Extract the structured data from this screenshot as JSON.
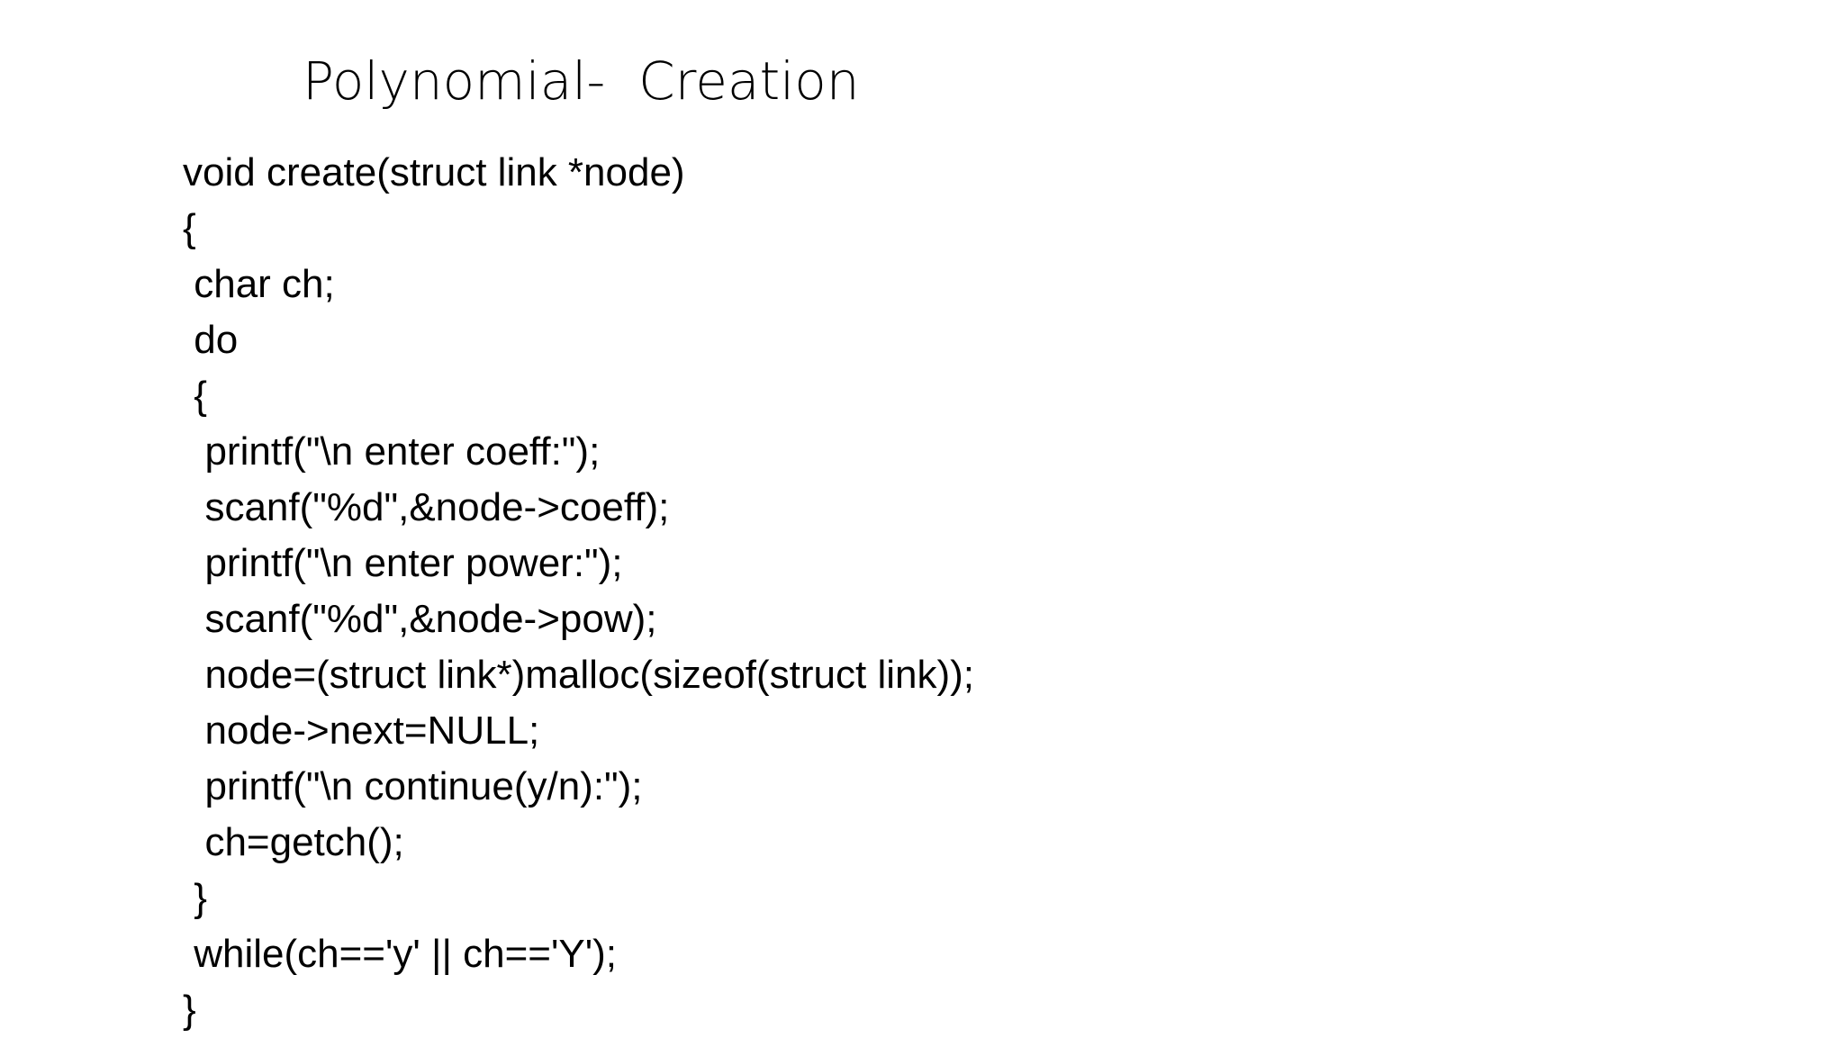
{
  "slide": {
    "title": "Polynomial-  Creation",
    "code_lines": [
      "void create(struct link *node)",
      "{",
      " char ch;",
      " do",
      " {",
      "  printf(\"\\n enter coeff:\");",
      "  scanf(\"%d\",&node->coeff);",
      "  printf(\"\\n enter power:\");",
      "  scanf(\"%d\",&node->pow);",
      "  node=(struct link*)malloc(sizeof(struct link));",
      "  node->next=NULL;",
      "  printf(\"\\n continue(y/n):\");",
      "  ch=getch();",
      " }",
      " while(ch=='y' || ch=='Y');",
      "}"
    ]
  }
}
